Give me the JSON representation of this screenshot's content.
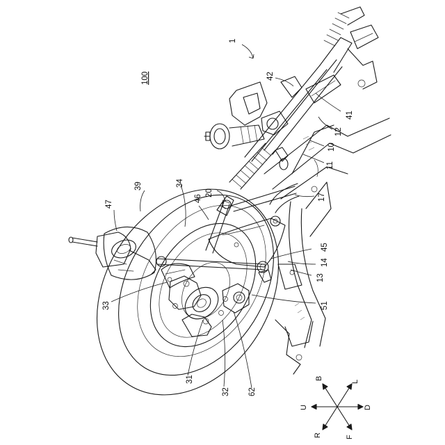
{
  "figure": {
    "reference_numerals": [
      "1",
      "100",
      "42",
      "41",
      "12",
      "10",
      "11",
      "17",
      "20",
      "46",
      "34",
      "39",
      "47",
      "45",
      "14",
      "13",
      "51",
      "33",
      "31",
      "32",
      "62"
    ]
  },
  "directions": {
    "up": "U",
    "down": "D",
    "back": "B",
    "front": "F",
    "left": "L",
    "right": "R"
  }
}
